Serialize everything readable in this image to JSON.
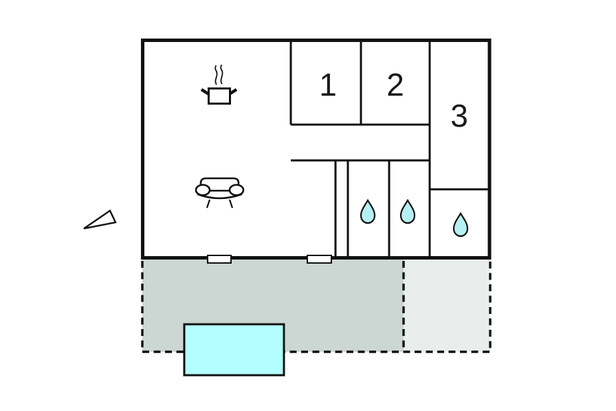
{
  "plan": {
    "type": "floor-plan",
    "rooms": [
      {
        "id": "room-1",
        "label": "1"
      },
      {
        "id": "room-2",
        "label": "2"
      },
      {
        "id": "room-3",
        "label": "3"
      }
    ],
    "icons": [
      "stove-icon",
      "sofa-icon",
      "north-arrow-icon",
      "water-drop-icon-bath-1",
      "water-drop-icon-bath-2",
      "water-drop-icon-bath-3"
    ],
    "features": {
      "windows": 2,
      "terrace_sections": 2,
      "pool": 1
    },
    "colors": {
      "background": "#ffffff",
      "wall": "#111111",
      "terrace_dark": "#ccd6d3",
      "terrace_light": "#e9eeec",
      "pool": "#b5feff",
      "water_drop": "#b4f0f2",
      "window_fill": "#ffffff"
    }
  }
}
